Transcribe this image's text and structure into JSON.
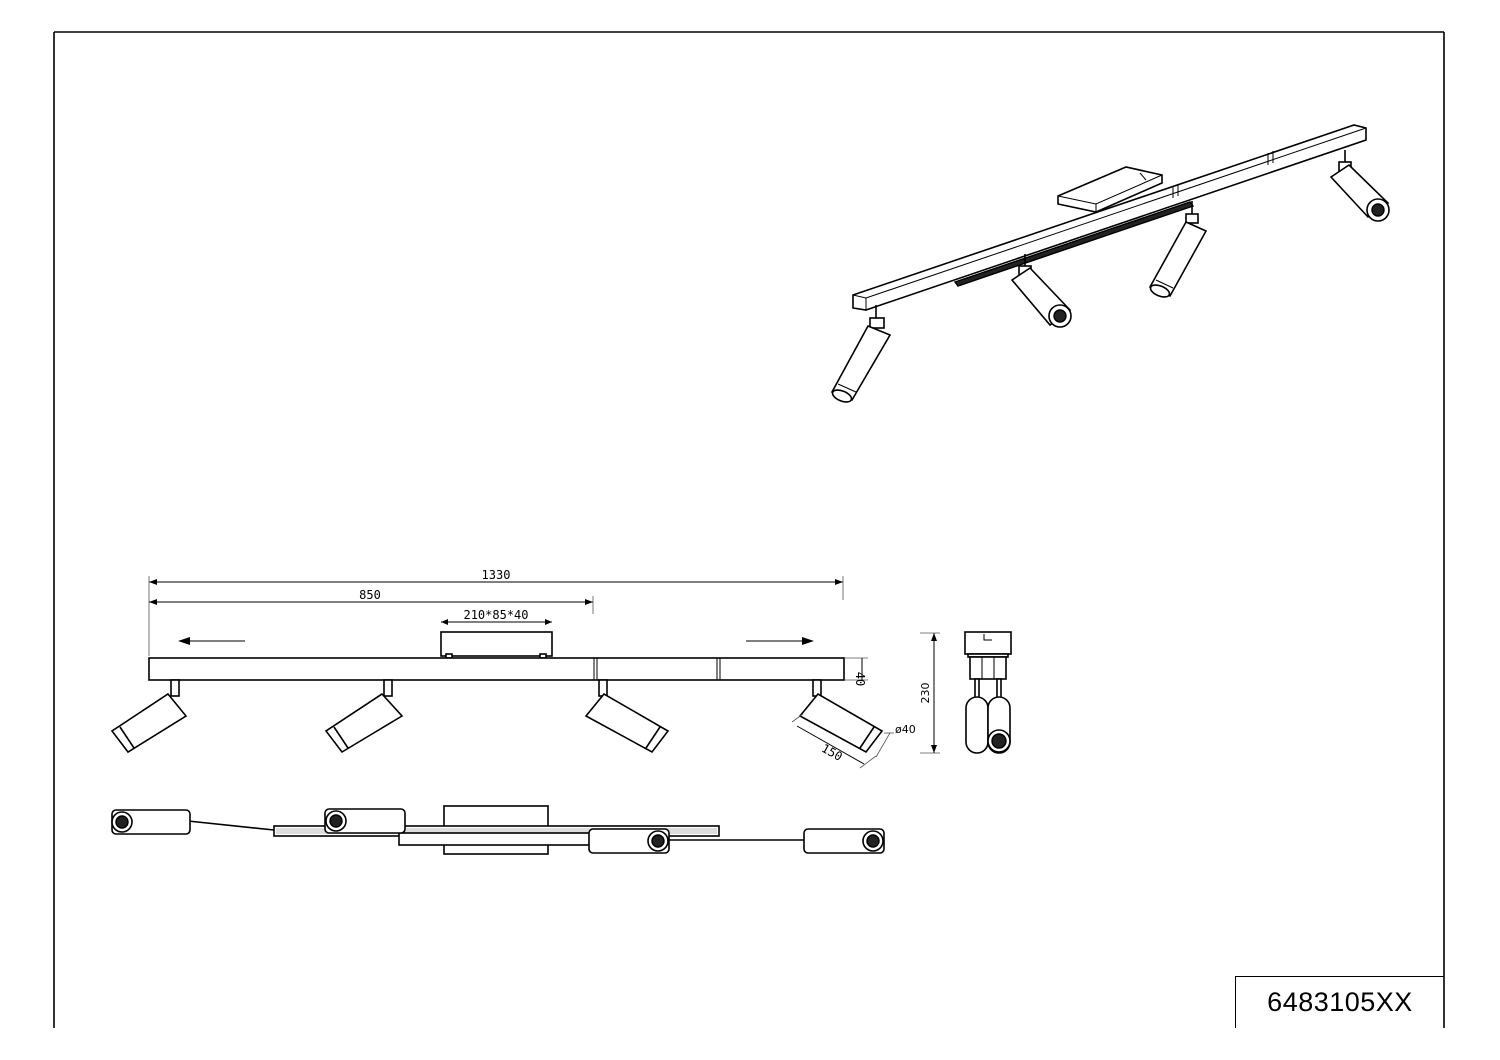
{
  "product_code": "6483105XX",
  "dimensions": {
    "overall_length": "1330",
    "mounting_length": "850",
    "canopy_size": "210*85*40",
    "bar_height": "40",
    "total_height": "230",
    "spot_length": "150",
    "spot_diameter": "ø40"
  }
}
